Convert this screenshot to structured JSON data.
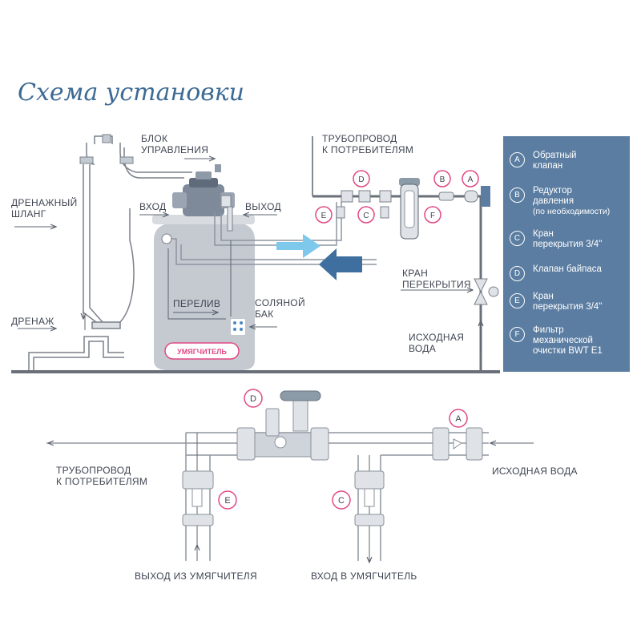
{
  "title": "Схема установки",
  "colors": {
    "pipe": "#c4cad2",
    "pipe_dark": "#5c6470",
    "tank": "#c5c9d0",
    "badge": "#e14983",
    "accent_light": "#7ec8ec",
    "accent_dark": "#3f6f9e",
    "legend_bg": "#5b7da1"
  },
  "top_labels": {
    "control_unit": "БЛОК\nУПРАВЛЕНИЯ",
    "drain_hose": "ДРЕНАЖНЫЙ\nШЛАНГ",
    "inlet": "ВХОД",
    "outlet": "ВЫХОД",
    "consumer_pipe": "ТРУБОПРОВОД\nК ПОТРЕБИТЕЛЯМ",
    "shutoff_valve": "КРАН\nПЕРЕКРЫТИЯ",
    "drain": "ДРЕНАЖ",
    "overflow": "ПЕРЕЛИВ",
    "brine_tank": "СОЛЯНОЙ\nБАК",
    "source_water": "ИСХОДНАЯ\nВОДА",
    "tank_label": "УМЯГЧИТЕЛЬ"
  },
  "bottom_labels": {
    "consumer_pipe": "ТРУБОПРОВОД\nК ПОТРЕБИТЕЛЯМ",
    "source_water": "ИСХОДНАЯ ВОДА",
    "softener_out": "ВЫХОД ИЗ УМЯГЧИТЕЛЯ",
    "softener_in": "ВХОД В УМЯГЧИТЕЛЬ"
  },
  "legend": [
    {
      "badge": "A",
      "text": "Обратный\nклапан"
    },
    {
      "badge": "B",
      "text": "Редуктор\nдавления",
      "small": "(по необходимости)"
    },
    {
      "badge": "C",
      "text": "Кран\nперекрытия 3/4\""
    },
    {
      "badge": "D",
      "text": "Клапан байпаса"
    },
    {
      "badge": "E",
      "text": "Кран\nперекрытия 3/4\""
    },
    {
      "badge": "F",
      "text": "Фильтр\nмеханической\nочистки BWT E1"
    }
  ],
  "badges_top": [
    "D",
    "E",
    "C",
    "F",
    "B",
    "A"
  ],
  "badges_bottom": [
    "D",
    "A",
    "E",
    "C"
  ]
}
